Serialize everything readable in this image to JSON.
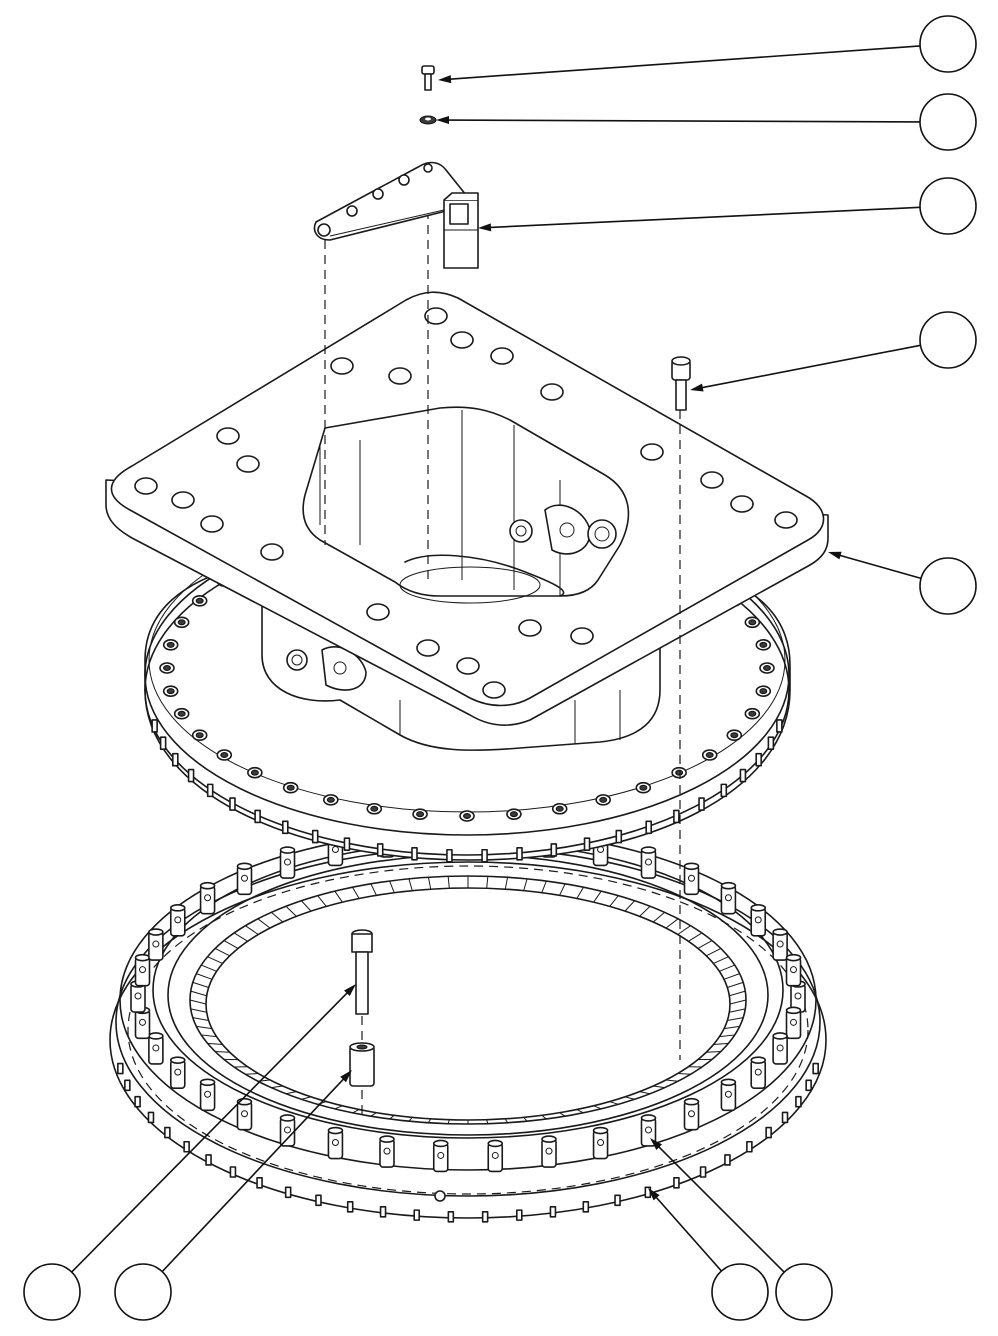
{
  "drawing": {
    "type": "exploded-assembly",
    "colors": {
      "line": "#1a1a1a",
      "background": "#ffffff"
    },
    "balloons": [
      {
        "id": "balloon-1",
        "label": ""
      },
      {
        "id": "balloon-2",
        "label": ""
      },
      {
        "id": "balloon-3",
        "label": ""
      },
      {
        "id": "balloon-4",
        "label": ""
      },
      {
        "id": "balloon-5",
        "label": ""
      },
      {
        "id": "balloon-6",
        "label": ""
      },
      {
        "id": "balloon-7",
        "label": ""
      },
      {
        "id": "balloon-8",
        "label": ""
      },
      {
        "id": "balloon-9",
        "label": ""
      }
    ]
  }
}
